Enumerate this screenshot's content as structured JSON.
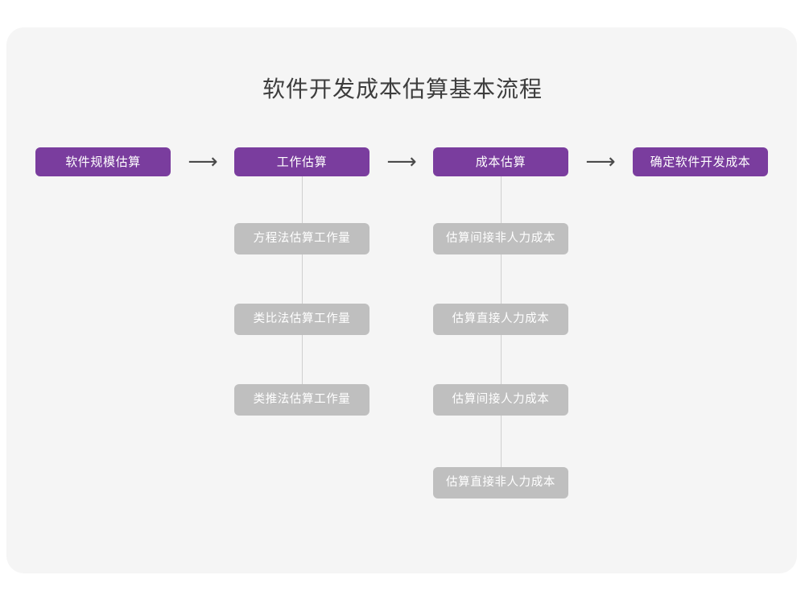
{
  "diagram": {
    "title": "软件开发成本估算基本流程",
    "colors": {
      "page_background": "#ffffff",
      "card_background": "#f5f5f5",
      "primary_node": "#7a3d9e",
      "secondary_node": "#bfbfbf",
      "node_text": "#ffffff",
      "title_text": "#3d3d3d",
      "connector_line": "#cfcfcf",
      "arrow": "#4a4a4a"
    },
    "arrow_glyph": "⟶",
    "main_flow": [
      {
        "label": "软件规模估算"
      },
      {
        "label": "工作估算"
      },
      {
        "label": "成本估算"
      },
      {
        "label": "确定软件开发成本"
      }
    ],
    "branches": [
      {
        "parent": "工作估算",
        "items": [
          {
            "label": "方程法估算工作量"
          },
          {
            "label": "类比法估算工作量"
          },
          {
            "label": "类推法估算工作量"
          }
        ]
      },
      {
        "parent": "成本估算",
        "items": [
          {
            "label": "估算间接非人力成本"
          },
          {
            "label": "估算直接人力成本"
          },
          {
            "label": "估算间接人力成本"
          },
          {
            "label": "估算直接非人力成本"
          }
        ]
      }
    ]
  }
}
